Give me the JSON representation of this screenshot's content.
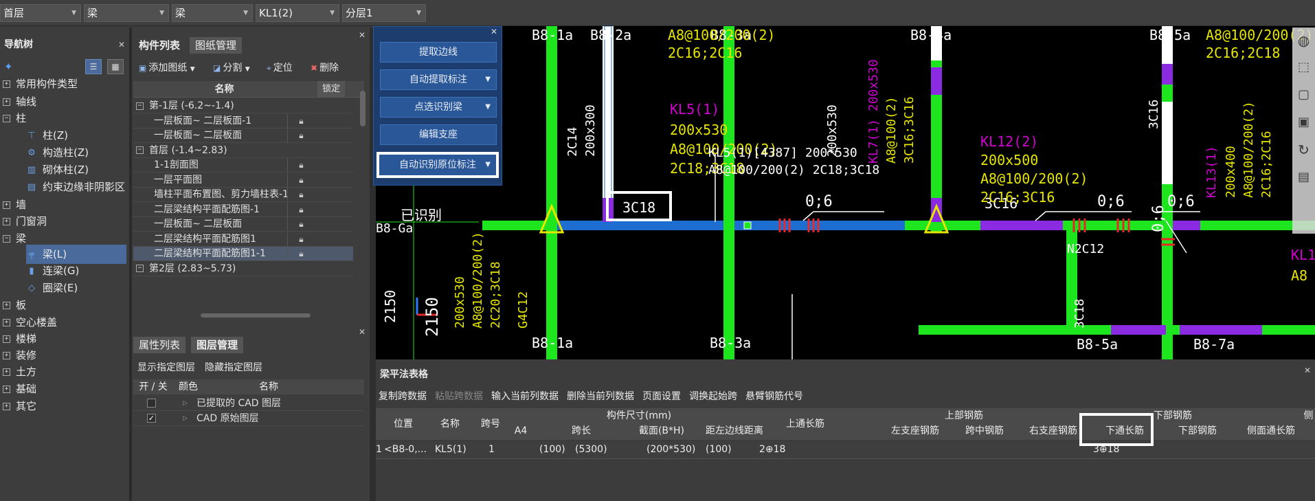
{
  "toolbar": {
    "floor": "首层",
    "category": "梁",
    "type": "梁",
    "component": "KL1(2)",
    "layer": "分层1"
  },
  "nav": {
    "title": "导航树",
    "items": [
      {
        "label": "常用构件类型",
        "icon": "star-icon"
      },
      {
        "label": "轴线",
        "icon": "axis-icon"
      },
      {
        "label": "柱",
        "icon": "column-icon"
      },
      {
        "label": "柱(Z)",
        "icon": "column-icon"
      },
      {
        "label": "构造柱(Z)",
        "icon": "gear-icon"
      },
      {
        "label": "砌体柱(Z)",
        "icon": "brick-column-icon"
      },
      {
        "label": "约束边缘非阴影区",
        "icon": "boundary-icon"
      },
      {
        "label": "墙",
        "icon": "wall-icon"
      },
      {
        "label": "门窗洞",
        "icon": "door-window-icon"
      },
      {
        "label": "梁",
        "icon": "beam-icon"
      },
      {
        "label": "梁(L)",
        "icon": "beam-icon"
      },
      {
        "label": "连梁(G)",
        "icon": "link-beam-icon"
      },
      {
        "label": "圈梁(E)",
        "icon": "ring-beam-icon"
      },
      {
        "label": "板",
        "icon": "slab-icon"
      },
      {
        "label": "空心楼盖",
        "icon": "hollow-slab-icon"
      },
      {
        "label": "楼梯",
        "icon": "stair-icon"
      },
      {
        "label": "装修",
        "icon": "decoration-icon"
      },
      {
        "label": "土方",
        "icon": "earthwork-icon"
      },
      {
        "label": "基础",
        "icon": "foundation-icon"
      },
      {
        "label": "其它",
        "icon": "other-icon"
      }
    ]
  },
  "component_list": {
    "tabs": [
      "构件列表",
      "图纸管理"
    ],
    "toolbar": [
      "添加图纸",
      "分割",
      "定位",
      "删除"
    ],
    "col_name": "名称",
    "col_lock": "锁定",
    "rows": [
      {
        "label": "第-1层 (-6.2~-1.4)",
        "group": true
      },
      {
        "label": "一层板面~ 二层板面-1"
      },
      {
        "label": "一层板面~ 二层板面"
      },
      {
        "label": "首层 (-1.4~2.83)",
        "group": true
      },
      {
        "label": "1-1剖面图"
      },
      {
        "label": "一层平面图"
      },
      {
        "label": "墙柱平面布置图、剪力墙柱表-1"
      },
      {
        "label": "二层梁结构平面配筋图-1"
      },
      {
        "label": "一层板面~ 二层板面"
      },
      {
        "label": "二层梁结构平面配筋图1"
      },
      {
        "label": "二层梁结构平面配筋图1-1"
      },
      {
        "label": "第2层 (2.83~5.73)",
        "group": true
      }
    ]
  },
  "layers": {
    "tabs": [
      "属性列表",
      "图层管理"
    ],
    "show": "显示指定图层",
    "hide": "隐藏指定图层",
    "col_onoff": "开 / 关",
    "col_color": "颜色",
    "col_name": "名称",
    "rows": [
      {
        "label": "已提取的 CAD 图层",
        "checked": false
      },
      {
        "label": "CAD 原始图层",
        "checked": true
      }
    ]
  },
  "float": {
    "buttons": [
      "提取边线",
      "自动提取标注",
      "点选识别梁",
      "编辑支座",
      "自动识别原位标注"
    ]
  },
  "cad": {
    "recognized": "已识别",
    "axes": [
      "B8-1a",
      "B8-2a",
      "B8-3a",
      "B8-4a",
      "B8-5a",
      "B8-1a",
      "B8-3a",
      "B8-5a",
      "B8-7a",
      "B8-Ga"
    ],
    "labels": {
      "a1": "A8@100/200(2)",
      "a2": "2C16;2C16",
      "a3": "A8@100/200(2)",
      "a4": "2C16;2C18",
      "kl5": "KL5(1)",
      "kl5b": "200x530",
      "kl5c": "A8@100/200(2)",
      "kl5d": "2C18;3C18",
      "tip1": "KL5(1)[4387] 200*530",
      "tip2": "A8@100/200(2) 2C18;3C18",
      "c3c18": "3C18",
      "c06a": "0;6",
      "c06b": "0;6",
      "c06c": "0;6",
      "c3c16": "3C16",
      "c3c16b": "3C16",
      "kl12": "KL12(2)",
      "kl12b": "200x500",
      "kl12c": "A8@100/200(2)",
      "kl12d": "2C16;3C16",
      "v2c14": "2C14",
      "v200x300": "200x300",
      "v200x530": "200x530",
      "kl7": "KL7(1) 200x530",
      "kl7b": "A8@100(2)",
      "kl7c": "3C16;3C16",
      "kl13": "KL13(1)",
      "kl13b": "200x400",
      "kl13c": "A8@100/200(2)",
      "kl13d": "2C16;2C16",
      "n2c12": "N2C12",
      "c3c18b": "3C18",
      "c06v": "0;6",
      "l200": "200x530",
      "l2": "A8@100/200(2)",
      "l3": "2C20;3C18",
      "l4": "G4C12",
      "dim2150": "2150",
      "dim2150b": "2150",
      "klr": "KL1",
      "klr2": "A8"
    }
  },
  "table": {
    "title": "梁平法表格",
    "tools": [
      "复制跨数据",
      "粘贴跨数据",
      "输入当前列数据",
      "删除当前列数据",
      "页面设置",
      "调换起始跨",
      "悬臂钢筋代号"
    ],
    "h": {
      "pos": "位置",
      "name": "名称",
      "span": "跨号",
      "dims": "构件尺寸(mm)",
      "a4": "A4",
      "spanlen": "跨长",
      "section": "截面(B*H)",
      "dist": "距左边线距离",
      "top_through": "上通长筋",
      "top": "上部钢筋",
      "left": "左支座钢筋",
      "mid": "跨中钢筋",
      "right": "右支座钢筋",
      "bottom": "下部钢筋",
      "bot_through": "下通长筋",
      "bot": "下部钢筋",
      "side": "侧面通长筋",
      "side2": "侧"
    },
    "rows": [
      {
        "idx": "1",
        "pos": "<B8-0,...",
        "name": "KL5(1)",
        "span": "1",
        "a4": "(100)",
        "spanlen": "(5300)",
        "section": "(200*530)",
        "dist": "(100)",
        "top_through": "2⊕18",
        "left": "",
        "mid": "",
        "right": "",
        "bot_through": "3⊕18",
        "bot": "",
        "side": ""
      }
    ]
  },
  "colors": {
    "beam": "#1ee61e",
    "blue_beam": "#1e6ed2",
    "purple": "#8a2be2",
    "yellow": "#e6e600",
    "magenta": "#d200d2"
  }
}
